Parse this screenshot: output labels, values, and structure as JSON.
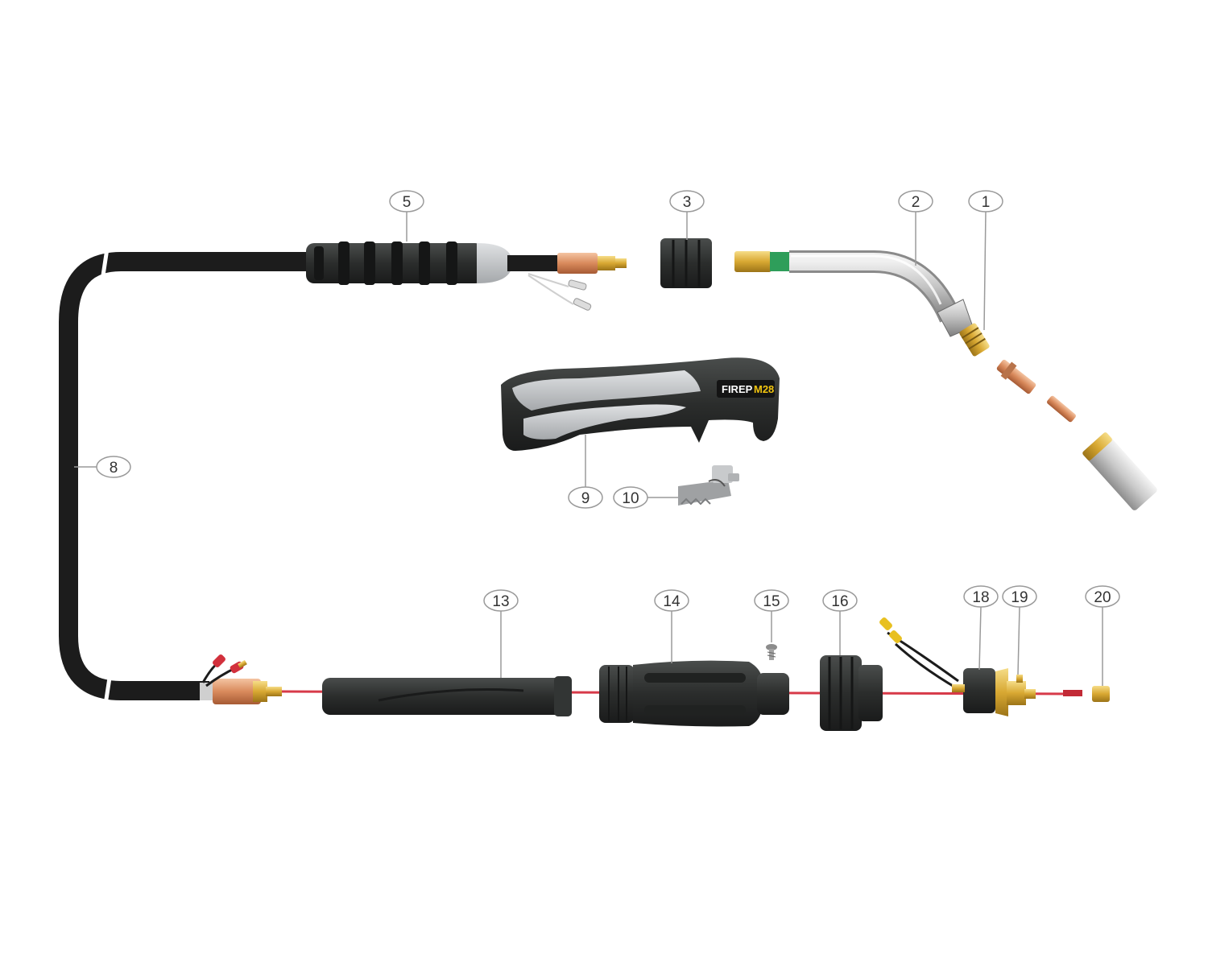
{
  "colors": {
    "cable": "#1c1c1c",
    "rubber": "#2b2d2c",
    "grip_grey": "#b9bcbf",
    "copper": "#d98a5c",
    "brass": "#d8a832",
    "chrome": "#b9b9b9",
    "liner": "#d73a49",
    "callout_stroke": "#9a9a9a",
    "brand_highlight": "#f1c40f"
  },
  "handle_logo": {
    "brand": "FIREP",
    "model": "M28"
  },
  "callouts": [
    {
      "id": "1",
      "label": "1"
    },
    {
      "id": "2",
      "label": "2"
    },
    {
      "id": "3",
      "label": "3"
    },
    {
      "id": "5",
      "label": "5"
    },
    {
      "id": "8",
      "label": "8"
    },
    {
      "id": "9",
      "label": "9"
    },
    {
      "id": "10",
      "label": "10"
    },
    {
      "id": "13",
      "label": "13"
    },
    {
      "id": "14",
      "label": "14"
    },
    {
      "id": "15",
      "label": "15"
    },
    {
      "id": "16",
      "label": "16"
    },
    {
      "id": "18",
      "label": "18"
    },
    {
      "id": "19",
      "label": "19"
    },
    {
      "id": "20",
      "label": "20"
    }
  ]
}
